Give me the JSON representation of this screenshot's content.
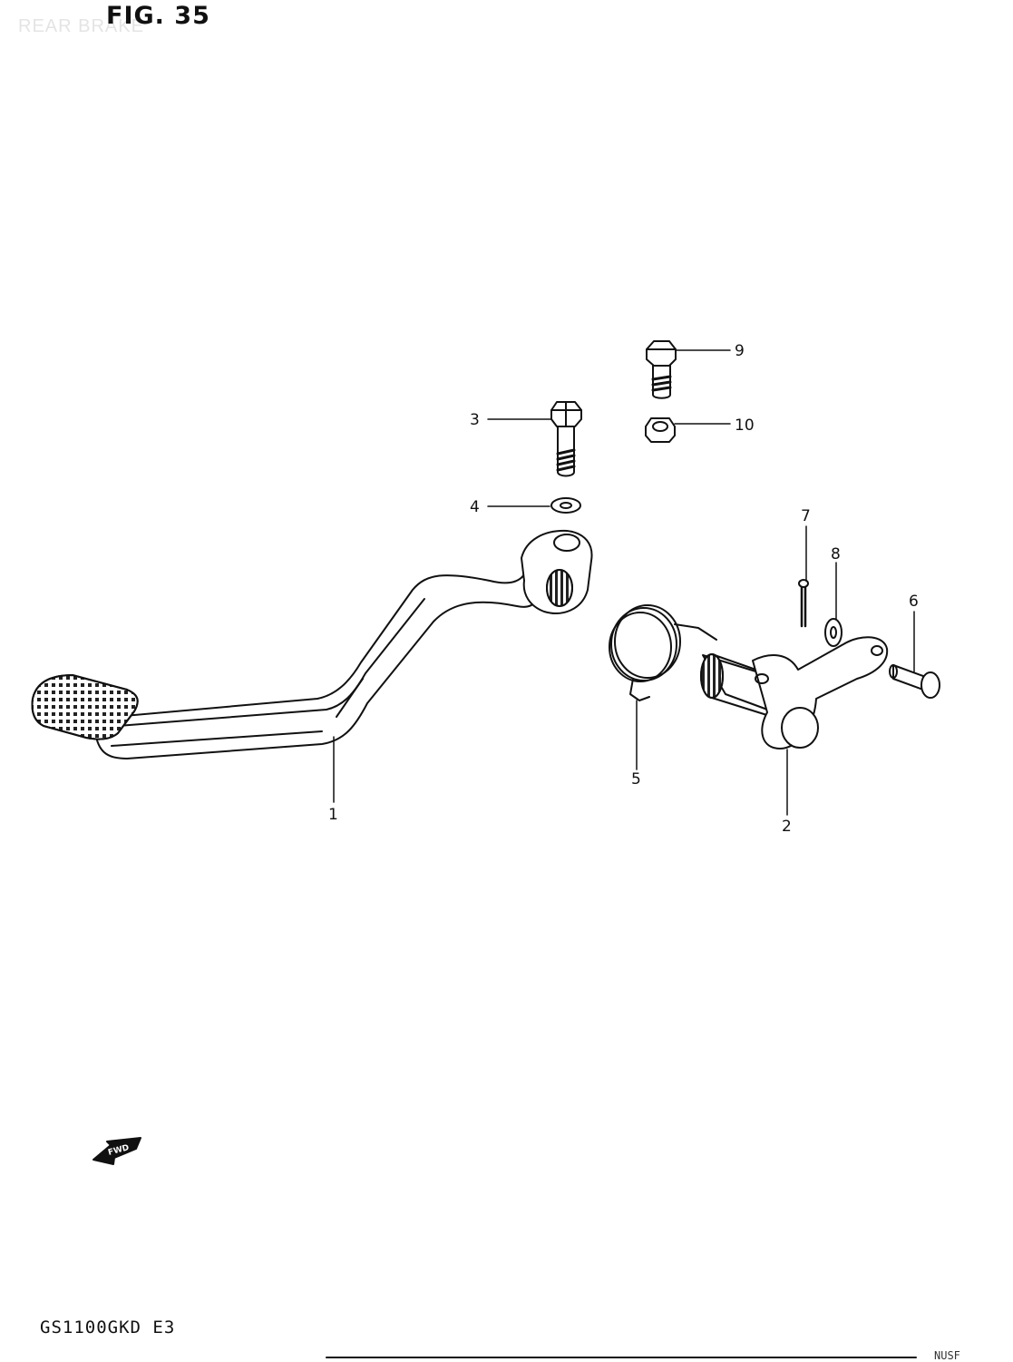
{
  "watermark": "REAR BRAKE",
  "figure_title": "FIG. 35",
  "model_code": "GS1100GKD E3",
  "fwd_label": "FWD",
  "footer_fragment": "NUSF",
  "callouts": [
    {
      "id": "part-1",
      "label": "1"
    },
    {
      "id": "part-2",
      "label": "2"
    },
    {
      "id": "part-3",
      "label": "3"
    },
    {
      "id": "part-4",
      "label": "4"
    },
    {
      "id": "part-5",
      "label": "5"
    },
    {
      "id": "part-6",
      "label": "6"
    },
    {
      "id": "part-7",
      "label": "7"
    },
    {
      "id": "part-8",
      "label": "8"
    },
    {
      "id": "part-9",
      "label": "9"
    },
    {
      "id": "part-10",
      "label": "10"
    }
  ]
}
